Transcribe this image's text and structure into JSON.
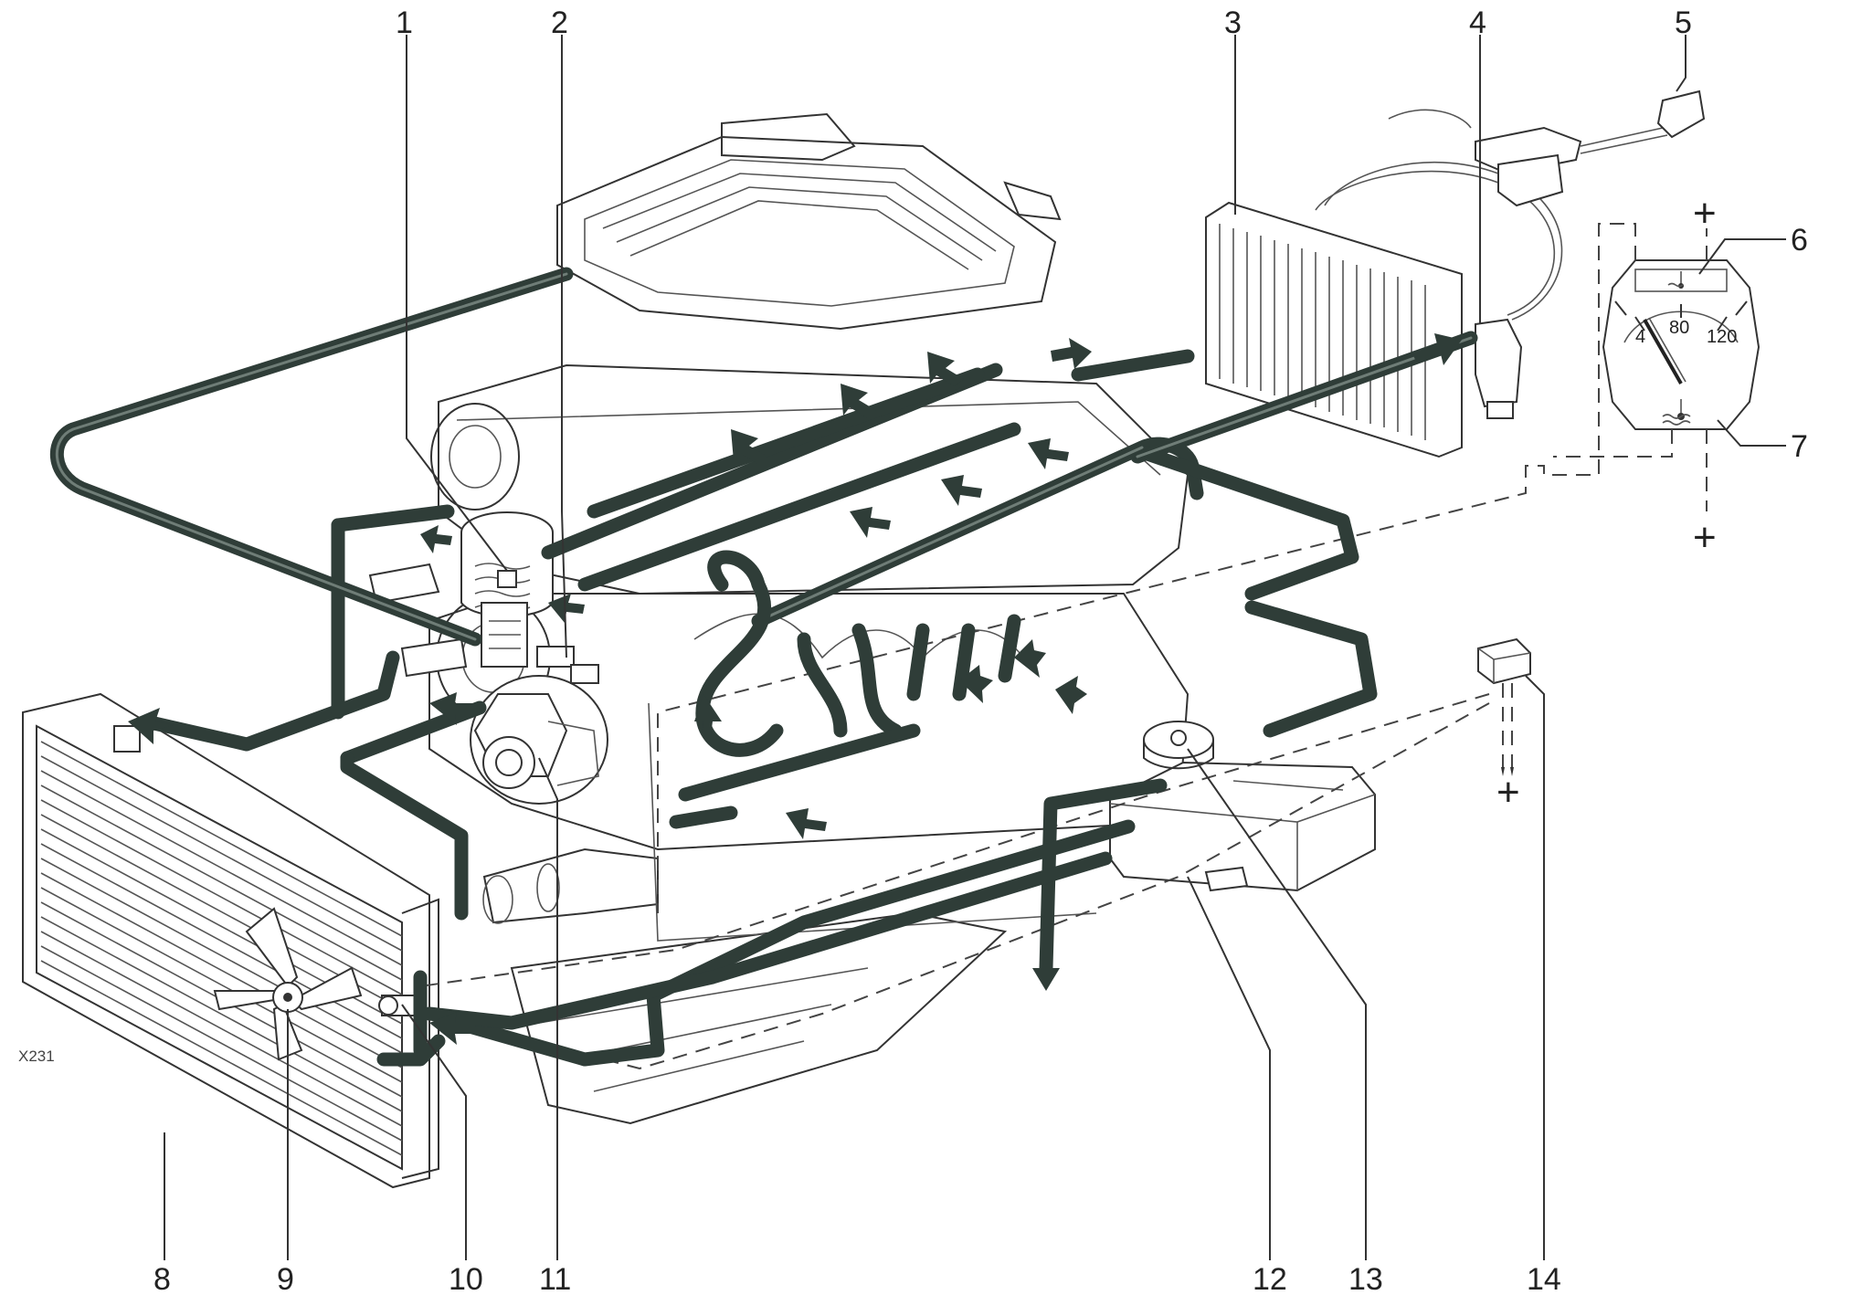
{
  "diagram": {
    "code_label": "X231",
    "callouts": [
      {
        "id": "1",
        "label": "1"
      },
      {
        "id": "2",
        "label": "2"
      },
      {
        "id": "3",
        "label": "3"
      },
      {
        "id": "4",
        "label": "4"
      },
      {
        "id": "5",
        "label": "5"
      },
      {
        "id": "6",
        "label": "6"
      },
      {
        "id": "7",
        "label": "7"
      },
      {
        "id": "8",
        "label": "8"
      },
      {
        "id": "9",
        "label": "9"
      },
      {
        "id": "10",
        "label": "10"
      },
      {
        "id": "11",
        "label": "11"
      },
      {
        "id": "12",
        "label": "12"
      },
      {
        "id": "13",
        "label": "13"
      },
      {
        "id": "14",
        "label": "14"
      }
    ],
    "gauge": {
      "scale_low": "4",
      "scale_mid": "80",
      "scale_high": "120"
    },
    "terminal_signs": {
      "gauge_top": "+",
      "gauge_bottom": "+",
      "switch_bottom": "+"
    }
  }
}
